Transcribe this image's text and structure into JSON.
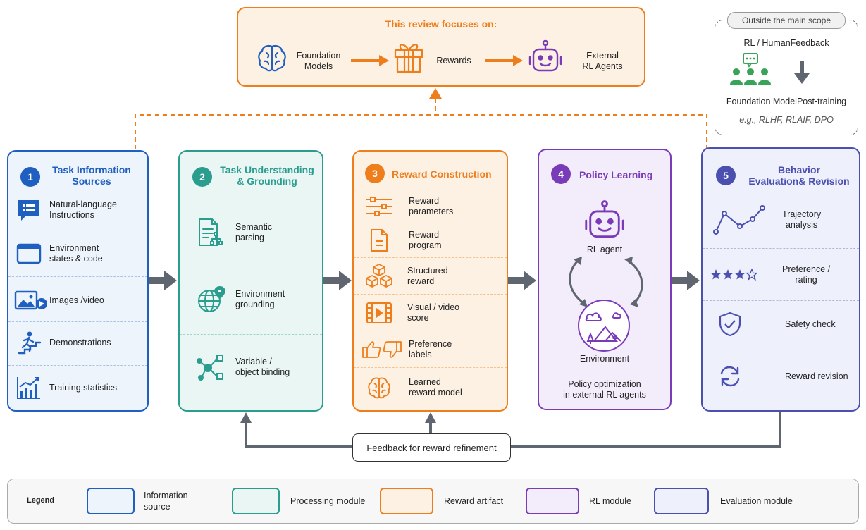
{
  "colors": {
    "blue": "#1f5fbf",
    "teal": "#2a9d8f",
    "orange": "#ee7d1c",
    "purple": "#7a3bb8",
    "indigo": "#4a4fb0",
    "gray": "#5f6670"
  },
  "focus": {
    "title": "This review focuses on:",
    "items": [
      {
        "icon": "brain-icon",
        "label": "Foundation\nModels"
      },
      {
        "icon": "gift-icon",
        "label": "Rewards"
      },
      {
        "icon": "robot-icon",
        "label": "External\nRL Agents"
      }
    ]
  },
  "outside": {
    "tag": "Outside the main scope",
    "title": "RL / HumanFeedback",
    "post": "Foundation ModelPost-training",
    "examples": "e.g., RLHF, RLAIF, DPO"
  },
  "panels": [
    {
      "num": "1",
      "title": "Task Information\nSources",
      "items": [
        {
          "icon": "chat-list-icon",
          "label": "Natural-language\nInstructions"
        },
        {
          "icon": "window-icon",
          "label": "Environment\nstates & code"
        },
        {
          "icon": "image-video-icon",
          "label": "Images /video"
        },
        {
          "icon": "stairs-person-icon",
          "label": "Demonstrations"
        },
        {
          "icon": "bar-chart-icon",
          "label": "Training statistics"
        }
      ]
    },
    {
      "num": "2",
      "title": "Task Understanding\n& Grounding",
      "items": [
        {
          "icon": "document-tree-icon",
          "label": "Semantic\nparsing"
        },
        {
          "icon": "globe-pin-icon",
          "label": "Environment\ngrounding"
        },
        {
          "icon": "network-icon",
          "label": "Variable /\nobject binding"
        }
      ]
    },
    {
      "num": "3",
      "title": "Reward Construction",
      "items": [
        {
          "icon": "sliders-icon",
          "label": "Reward\nparameters"
        },
        {
          "icon": "document-icon",
          "label": "Reward\nprogram"
        },
        {
          "icon": "cubes-icon",
          "label": "Structured\nreward"
        },
        {
          "icon": "film-icon",
          "label": "Visual / video\nscore"
        },
        {
          "icon": "thumbs-icon",
          "label": "Preference\nlabels"
        },
        {
          "icon": "brain-icon",
          "label": "Learned\nreward model"
        }
      ]
    },
    {
      "num": "4",
      "title": "Policy Learning",
      "agent": "RL agent",
      "env": "Environment",
      "footer": "Policy optimization\nin external RL agents"
    },
    {
      "num": "5",
      "title": "Behavior\nEvaluation& Revision",
      "items": [
        {
          "icon": "line-graph-icon",
          "label": "Trajectory\nanalysis"
        },
        {
          "icon": "stars-icon",
          "label": "Preference /\nrating"
        },
        {
          "icon": "shield-check-icon",
          "label": "Safety check"
        },
        {
          "icon": "cycle-icon",
          "label": "Reward revision"
        }
      ]
    }
  ],
  "feedback": "Feedback for reward refinement",
  "legend": {
    "title": "Legend",
    "items": [
      {
        "label": "Information\nsource"
      },
      {
        "label": "Processing module"
      },
      {
        "label": "Reward artifact"
      },
      {
        "label": "RL module"
      },
      {
        "label": "Evaluation module"
      }
    ]
  }
}
